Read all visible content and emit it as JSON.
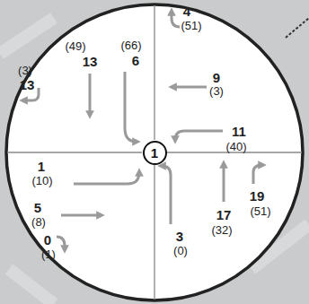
{
  "diagram": {
    "nodes": [
      {
        "text": [
          "1"
        ]
      }
    ],
    "edges": [],
    "labels": [
      "4",
      "(51)",
      "(49)",
      "13",
      "(66)",
      "6",
      "9",
      "(3)",
      "(3)",
      "13",
      "11",
      "(40)",
      "1",
      "(10)",
      "5",
      "(8)",
      "19",
      "(51)",
      "17",
      "(32)",
      "3",
      "(0)",
      "0",
      "(1)"
    ]
  }
}
